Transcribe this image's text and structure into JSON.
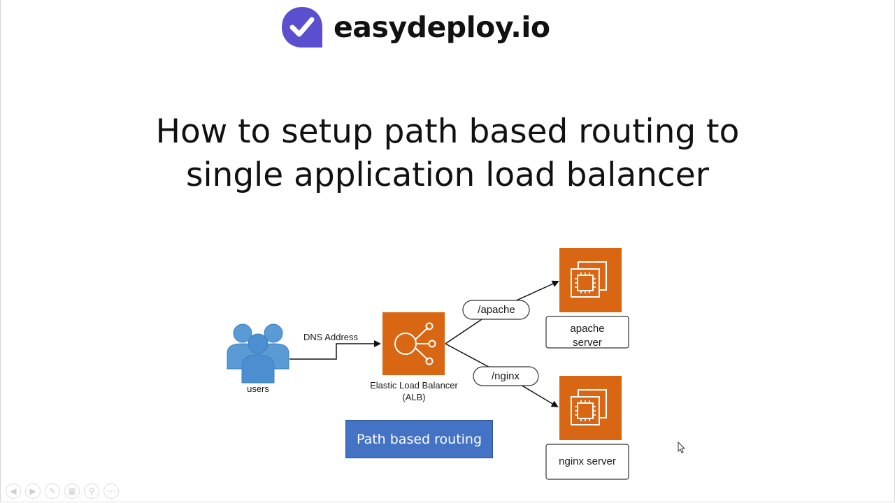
{
  "brand": {
    "name": "easydeploy.io",
    "logo_color": "#5b4fcf"
  },
  "title": {
    "line1": "How to setup path based routing to",
    "line2": "single application load balancer"
  },
  "diagram": {
    "users_label": "users",
    "dns_label": "DNS Address",
    "alb_label_line1": "Elastic Load Balancer",
    "alb_label_line2": "(ALB)",
    "route_apache": "/apache",
    "route_nginx": "/nginx",
    "apache_label_line1": "apache",
    "apache_label_line2": "server",
    "nginx_label": "nginx server",
    "aws_orange": "#d86613",
    "users_blue": "#5a9bd5",
    "caption": "Path based routing",
    "caption_color": "#4472c4"
  },
  "controls": {
    "icons": [
      "previous-icon",
      "next-icon",
      "pen-icon",
      "slides-icon",
      "zoom-icon",
      "more-icon"
    ]
  }
}
